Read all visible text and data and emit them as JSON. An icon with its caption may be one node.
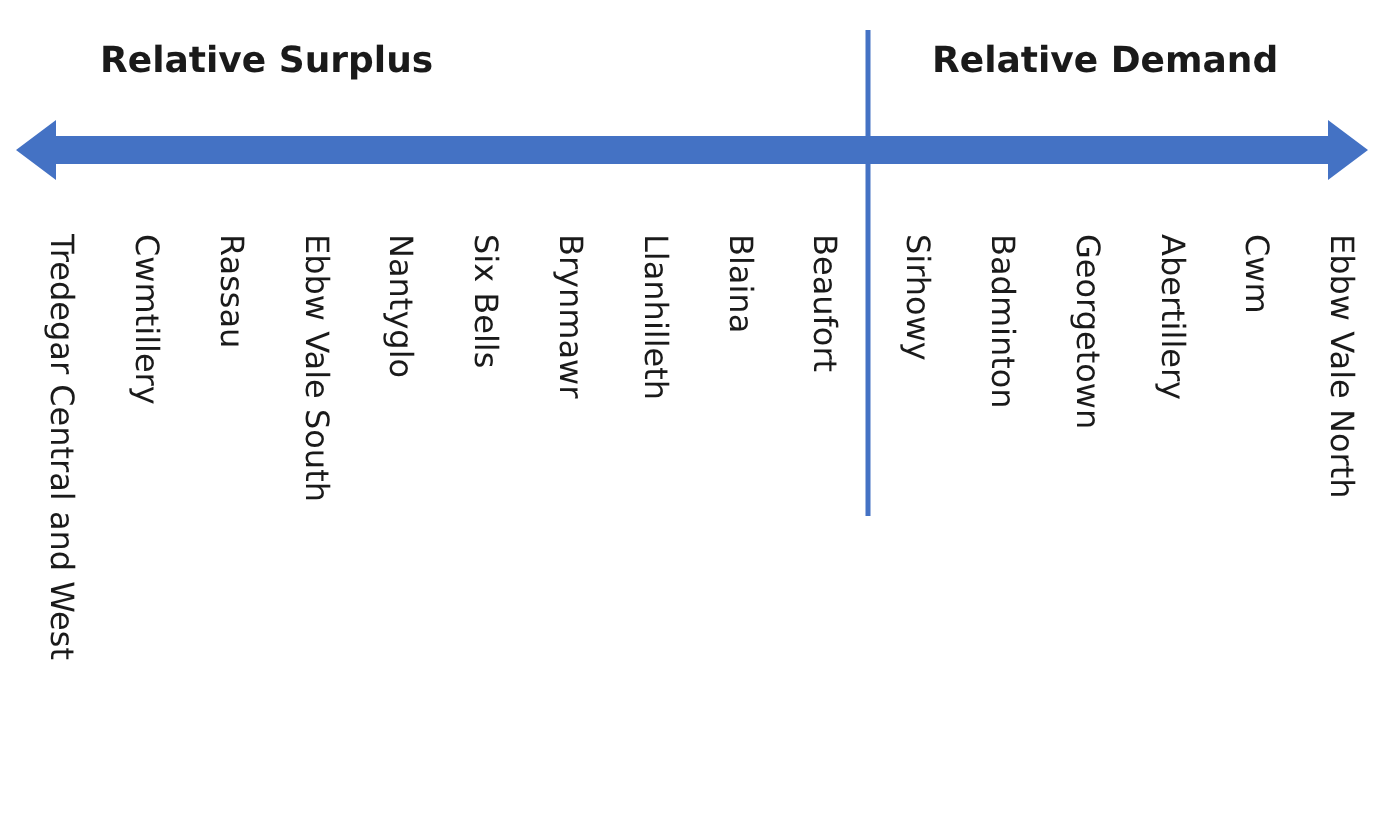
{
  "diagram": {
    "labels": [
      "Relative Surplus",
      "Relative Demand",
      "Tredegar Central and West",
      "Cwmtillery",
      "Rassau",
      "Ebbw Vale South",
      "Nantyglo",
      "Six Bells",
      "Brynmawr",
      "Llanhilleth",
      "Blaina",
      "Beaufort",
      "Sirhowy",
      "Badminton",
      "Georgetown",
      "Abertillery",
      "Cwm",
      "Ebbw Vale North"
    ]
  }
}
